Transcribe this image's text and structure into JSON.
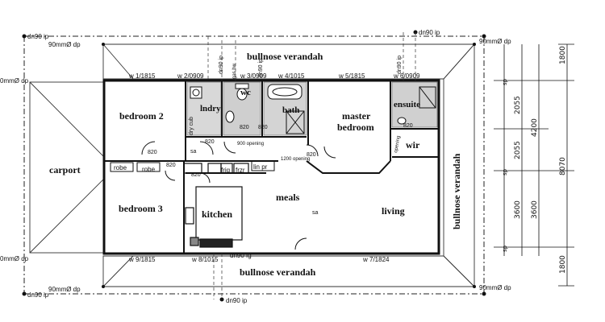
{
  "rooms": {
    "bedroom2": "bedroom 2",
    "bedroom3": "bedroom 3",
    "bath": "bath",
    "wc": "wc",
    "lndry": "lndry",
    "master1": "master",
    "master2": "bedroom",
    "ensuite": "ensuite",
    "wir": "wir",
    "carport": "carport",
    "kitchen": "kitchen",
    "meals": "meals",
    "living": "living",
    "verandah_top": "bullnose verandah",
    "verandah_bottom": "bullnose verandah",
    "verandah_right": "bullnose verandah"
  },
  "fixtures": {
    "robe1": "robe",
    "robe2": "robe",
    "dry_cub": "dry cub",
    "frig": "frig",
    "frzr": "frzr",
    "lin_pr": "lin pr",
    "sa1": "sa",
    "sa2": "sa",
    "opening_900": "900 opening",
    "opening_1200": "1200 opening",
    "opening_ens": "opening",
    "gas_hw": "gas hw"
  },
  "windows": {
    "w1": "w 1/1815",
    "w2": "w 2/0909",
    "w3": "w 3/0909",
    "w4": "w 4/1015",
    "w5": "w 5/1815",
    "w6": "w 6/0909",
    "w7": "w 7/1824",
    "w8": "w 8/1015",
    "w9": "w 9/1815"
  },
  "downpipes": {
    "dn_tl": "dn90 ip",
    "dn_tr": "dn90 ip",
    "dn_bl": "dn90 ip",
    "dn_fg": "dn90 fg",
    "dn_bot": "dn90 ip",
    "dn_v1": "dn90 ip",
    "dn_v2": "dn90 ip",
    "dn_v3": "dn90 ip",
    "dp_tl": "90mmØ dp",
    "dp_tr": "90mmØ dp",
    "dp_bl": "90mmØ dp",
    "dp_br": "90mmØ dp",
    "dp_ml": "0mmØ dp",
    "dp_ml2": "0mmØ dp"
  },
  "door_widths": {
    "d1": "820",
    "d2": "820",
    "d3": "820",
    "d4": "820",
    "d5": "820",
    "d6": "820",
    "d7": "820",
    "d8": "820"
  },
  "dimensions": {
    "top": "1800",
    "bottom": "1800",
    "overall": "8070",
    "d2055a": "2055",
    "d2055b": "2055",
    "d4200": "4200",
    "d3600a": "3600",
    "d3600b": "3600",
    "sp": "sp"
  }
}
